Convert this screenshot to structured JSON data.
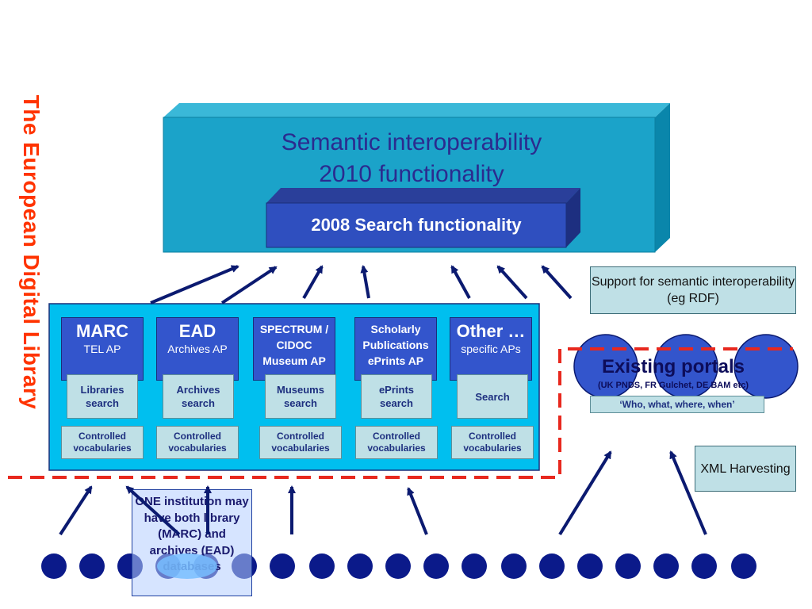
{
  "side_title": "The European Digital Library",
  "top_box": {
    "line1": "Semantic interoperability",
    "line2": "2010 functionality",
    "inner_label": "2008 Search functionality"
  },
  "columns": [
    {
      "head_big": "MARC",
      "head_small": "TEL AP",
      "search": "Libraries search",
      "vocab": "Controlled vocabularies"
    },
    {
      "head_big": "EAD",
      "head_small": "Archives AP",
      "search": "Archives search",
      "vocab": "Controlled vocabularies"
    },
    {
      "head_multi": "SPECTRUM / CIDOC Museum AP",
      "search": "Museums search",
      "vocab": "Controlled vocabularies"
    },
    {
      "head_multi": "Scholarly Publications ePrints AP",
      "search": "ePrints search",
      "vocab": "Controlled vocabularies"
    },
    {
      "head_big": "Other …",
      "head_small": "specific APs",
      "search": "Search",
      "vocab": "Controlled vocabularies"
    }
  ],
  "notes": {
    "semantic_support": "Support for semantic interoperability (eg RDF)",
    "xml_harvesting": "XML Harvesting",
    "institution": "ONE institution may have both library (MARC) and archives (EAD) databases"
  },
  "portals": {
    "title": "Existing portals",
    "subtitle": "(UK PNDS, FR Gulchet, DE BAM etc)",
    "tagline": "‘Who, what, where, when’"
  },
  "colors": {
    "title_red": "#ff3300",
    "top_box": "#1ba3c9",
    "search_box": "#2f4fbf",
    "column_head": "#3355cc",
    "ap_panel": "#00bfef",
    "light_box": "#bfe0e6",
    "dot": "#0b1a8a",
    "arrow": "#0b1a70",
    "dashed": "#e8281e"
  }
}
